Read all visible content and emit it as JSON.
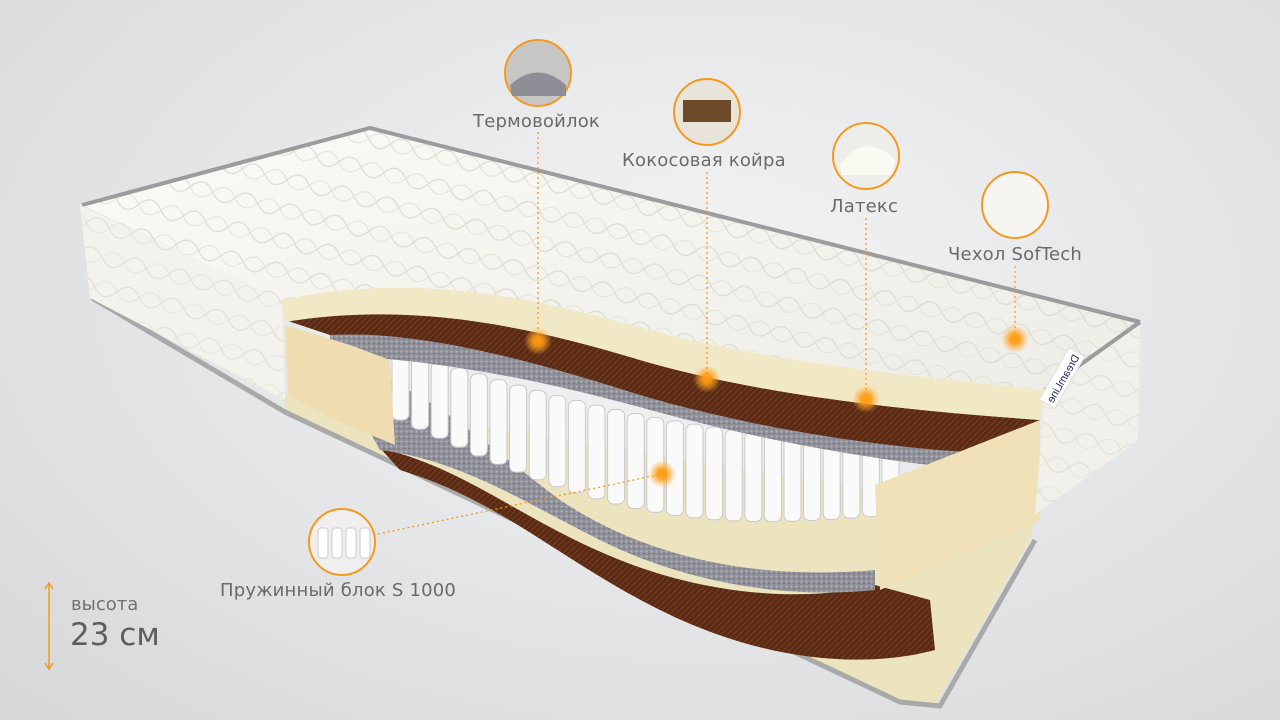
{
  "layers": [
    {
      "id": "thermofelt",
      "label": "Термовойлок"
    },
    {
      "id": "coconut",
      "label": "Кокосовая койра"
    },
    {
      "id": "latex",
      "label": "Латекс"
    },
    {
      "id": "cover",
      "label": "Чехол SofTech"
    },
    {
      "id": "springs",
      "label": "Пружинный блок S 1000"
    }
  ],
  "height": {
    "label": "высота",
    "value": "23 см"
  },
  "brand_logo": "DreamLine",
  "colors": {
    "accent": "#f39a1e",
    "text": "#6a6a6a",
    "coconut": "#5a2a14",
    "latex": "#efe6c4",
    "felt": "#8e8f96"
  }
}
